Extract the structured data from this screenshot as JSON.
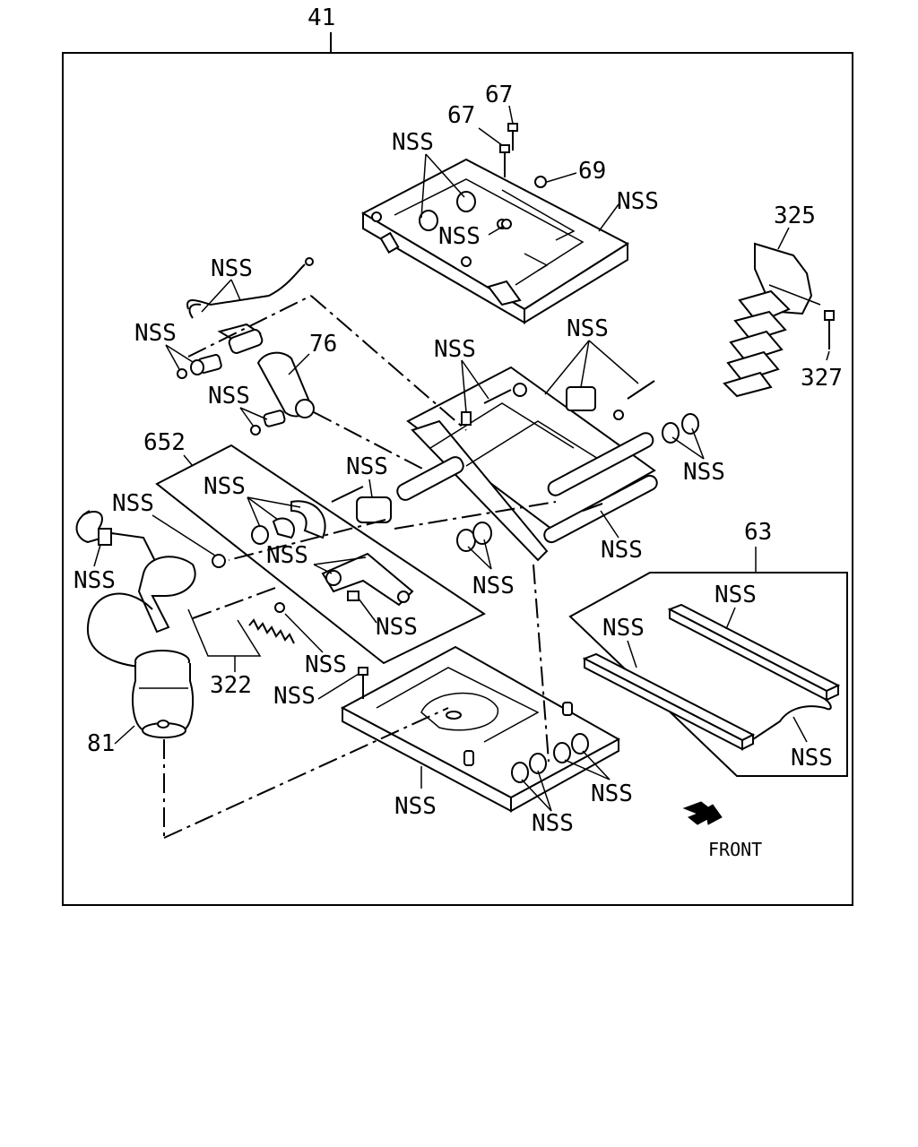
{
  "assembly_number": "41",
  "front_label": "FRONT",
  "part_numbers": {
    "p67a": "67",
    "p67b": "67",
    "p69": "69",
    "p325": "325",
    "p327": "327",
    "p76": "76",
    "p652": "652",
    "p63": "63",
    "p322": "322",
    "p81": "81"
  },
  "nss_label": "NSS",
  "colors": {
    "line": "#000000",
    "background": "#ffffff"
  },
  "icons": {
    "front_arrow": "front-arrow-icon"
  }
}
